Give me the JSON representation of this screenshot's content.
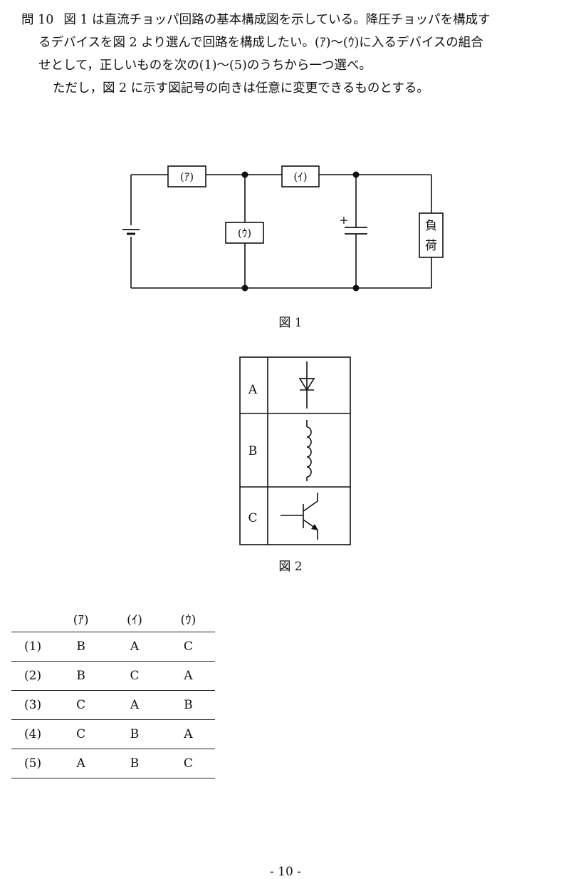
{
  "question": {
    "number": "問 10",
    "line1": "図 1 は直流チョッパ回路の基本構成図を示している。降圧チョッパを構成す",
    "line2": "るデバイスを図 2 より選んで回路を構成したい。(ｱ)～(ｳ)に入るデバイスの組合",
    "line3": "せとして，正しいものを次の(1)～(5)のうちから一つ選べ。",
    "line4": "ただし，図 2 に示す図記号の向きは任意に変更できるものとする。"
  },
  "figure1": {
    "caption": "図 1",
    "box_a": "(ｱ)",
    "box_i": "(ｲ)",
    "box_u": "(ｳ)",
    "plus_sign": "+",
    "load_char1": "負",
    "load_char2": "荷"
  },
  "figure2": {
    "caption": "図 2",
    "rows": [
      {
        "label": "A",
        "symbol": "diode-icon"
      },
      {
        "label": "B",
        "symbol": "inductor-icon"
      },
      {
        "label": "C",
        "symbol": "transistor-icon"
      }
    ]
  },
  "answer_table": {
    "headers": [
      "",
      "(ｱ)",
      "(ｲ)",
      "(ｳ)"
    ],
    "rows": [
      {
        "no": "(1)",
        "a": "B",
        "i": "A",
        "u": "C"
      },
      {
        "no": "(2)",
        "a": "B",
        "i": "C",
        "u": "A"
      },
      {
        "no": "(3)",
        "a": "C",
        "i": "A",
        "u": "B"
      },
      {
        "no": "(4)",
        "a": "C",
        "i": "B",
        "u": "A"
      },
      {
        "no": "(5)",
        "a": "A",
        "i": "B",
        "u": "C"
      }
    ]
  },
  "page_number": "- 10 -"
}
